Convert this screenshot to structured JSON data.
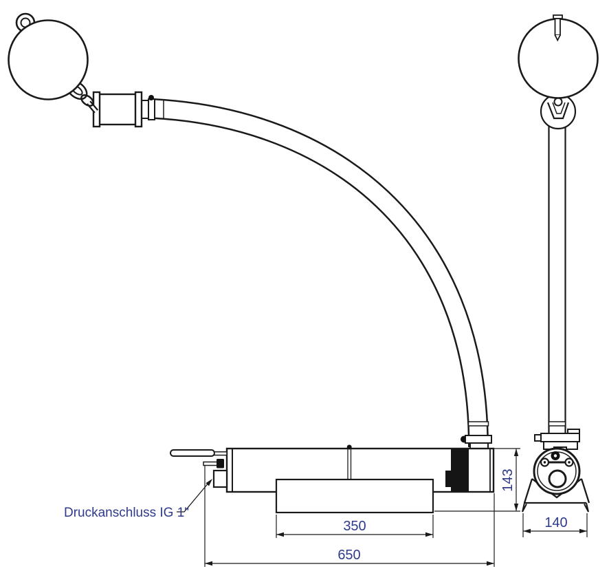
{
  "labels": {
    "pressure_connection": "Druckanschluss IG 1\""
  },
  "dimensions": {
    "bracket_width": "350",
    "overall_width": "650",
    "body_height": "143",
    "base_width": "140"
  },
  "colors": {
    "line": "#1a1a1a",
    "dimension_text": "#2e3a8c",
    "background": "#ffffff"
  }
}
